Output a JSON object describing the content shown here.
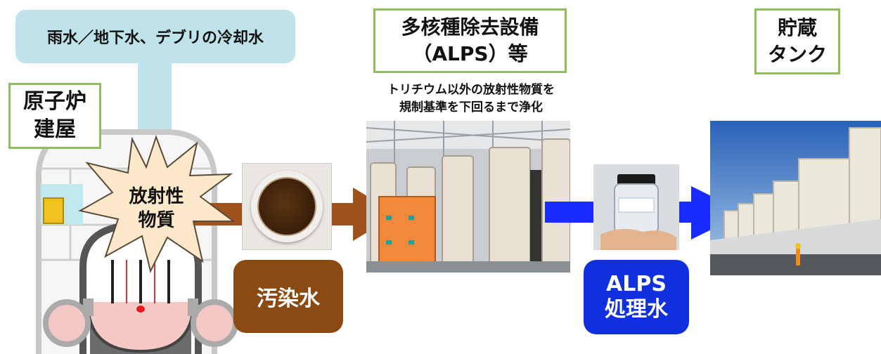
{
  "water_source": {
    "text": "雨水／地下水、デブリの冷却水",
    "color": "#bfe3ea"
  },
  "reactor_building": {
    "line1": "原子炉",
    "line2": "建屋"
  },
  "radioactive": {
    "line1": "放射性",
    "line2": "物質"
  },
  "contaminated_water": {
    "label": "汚染水",
    "color": "#8a4a12"
  },
  "alps": {
    "line1": "多核種除去設備",
    "line2": "（ALPS）等",
    "desc1": "トリチウム以外の放射性物質を",
    "desc2": "規制基準を下回るまで浄化"
  },
  "treated_water": {
    "line1": "ALPS",
    "line2": "処理水",
    "color": "#1030e0"
  },
  "storage": {
    "line1": "貯蔵",
    "line2": "タンク"
  },
  "colors": {
    "accent_green": "#8fbf5a",
    "arrow_brown": "#a0521c",
    "arrow_blue": "#1a2cff"
  }
}
